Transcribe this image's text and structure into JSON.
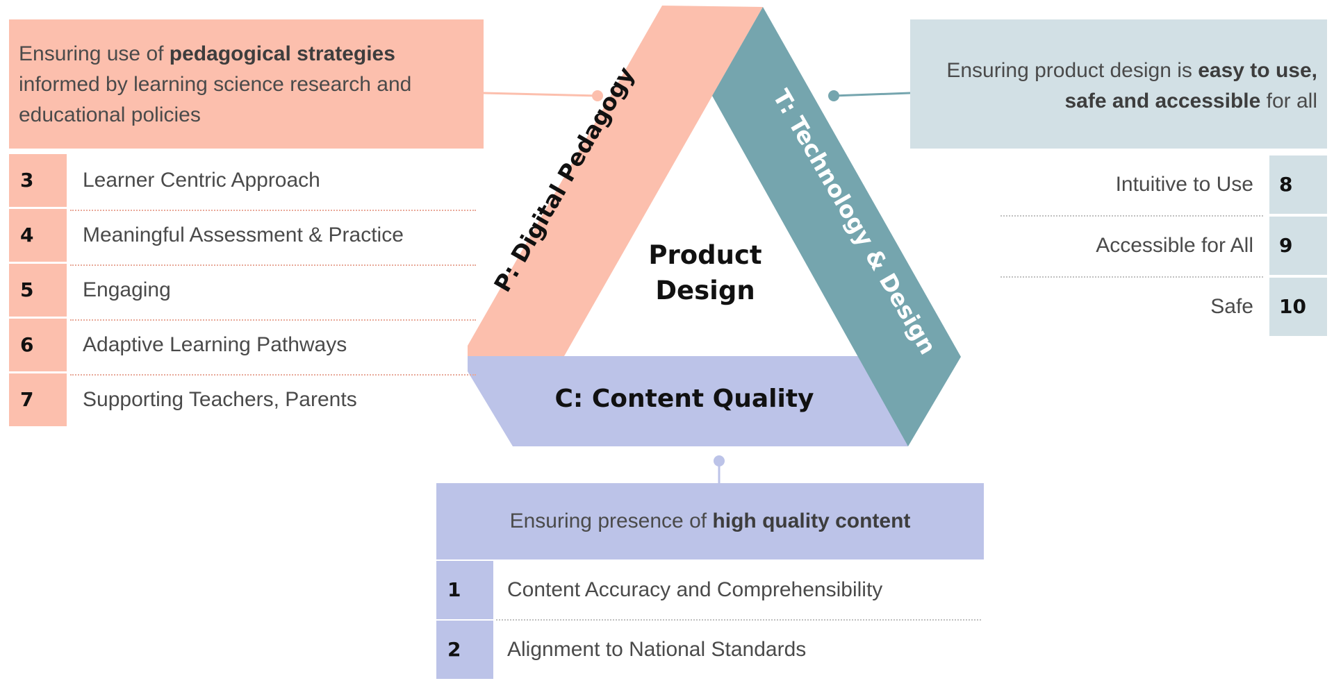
{
  "center": {
    "line1": "Product",
    "line2": "Design"
  },
  "bands": {
    "pedagogy": "P: Digital Pedagogy",
    "technology": "T: Technology & Design",
    "content": "C: Content Quality"
  },
  "colors": {
    "pedagogy": "#fcbfad",
    "technology": "#75a5ae",
    "technology_light": "#d2e0e5",
    "content": "#bcc3e8"
  },
  "pedagogy_box": {
    "pre": "Ensuring use of ",
    "bold": "pedagogical strategies",
    "post": " informed by learning science research and educational policies",
    "items": [
      {
        "num": "3",
        "label": "Learner Centric Approach"
      },
      {
        "num": "4",
        "label": "Meaningful Assessment & Practice"
      },
      {
        "num": "5",
        "label": "Engaging"
      },
      {
        "num": "6",
        "label": "Adaptive Learning Pathways"
      },
      {
        "num": "7",
        "label": "Supporting Teachers, Parents"
      }
    ]
  },
  "technology_box": {
    "pre": "Ensuring product design is ",
    "bold": "easy to use, safe and accessible",
    "post": " for all",
    "items": [
      {
        "num": "8",
        "label": "Intuitive to Use"
      },
      {
        "num": "9",
        "label": "Accessible for All"
      },
      {
        "num": "10",
        "label": "Safe"
      }
    ]
  },
  "content_box": {
    "pre": "Ensuring presence of ",
    "bold": "high quality content",
    "items": [
      {
        "num": "1",
        "label": "Content Accuracy and Comprehensibility"
      },
      {
        "num": "2",
        "label": "Alignment to National Standards"
      }
    ]
  }
}
